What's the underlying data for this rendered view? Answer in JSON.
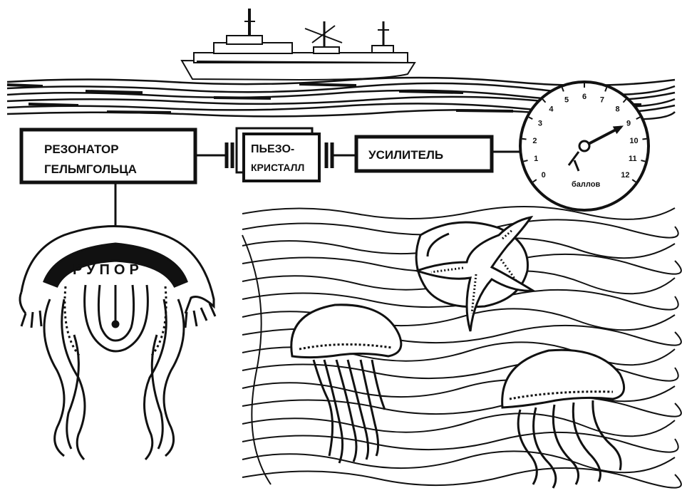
{
  "colors": {
    "ink": "#111111",
    "paper": "#ffffff"
  },
  "blocks": {
    "resonator": {
      "line1": "РЕЗОНАТОР",
      "line2": "ГЕЛЬМГОЛЬЦА"
    },
    "piezo": {
      "line1": "ПЬЕЗО-",
      "line2": "КРИСТАЛЛ"
    },
    "amplifier": {
      "label": "УСИЛИТЕЛЬ"
    }
  },
  "gauge": {
    "unit": "баллов",
    "ticks": [
      "0",
      "1",
      "2",
      "3",
      "4",
      "5",
      "6",
      "7",
      "8",
      "9",
      "10",
      "11",
      "12"
    ],
    "reading": 9
  },
  "horn": {
    "label": "РУПОР"
  },
  "icons": [
    "ship-icon",
    "jellyfish-icon",
    "starfish-icon"
  ]
}
